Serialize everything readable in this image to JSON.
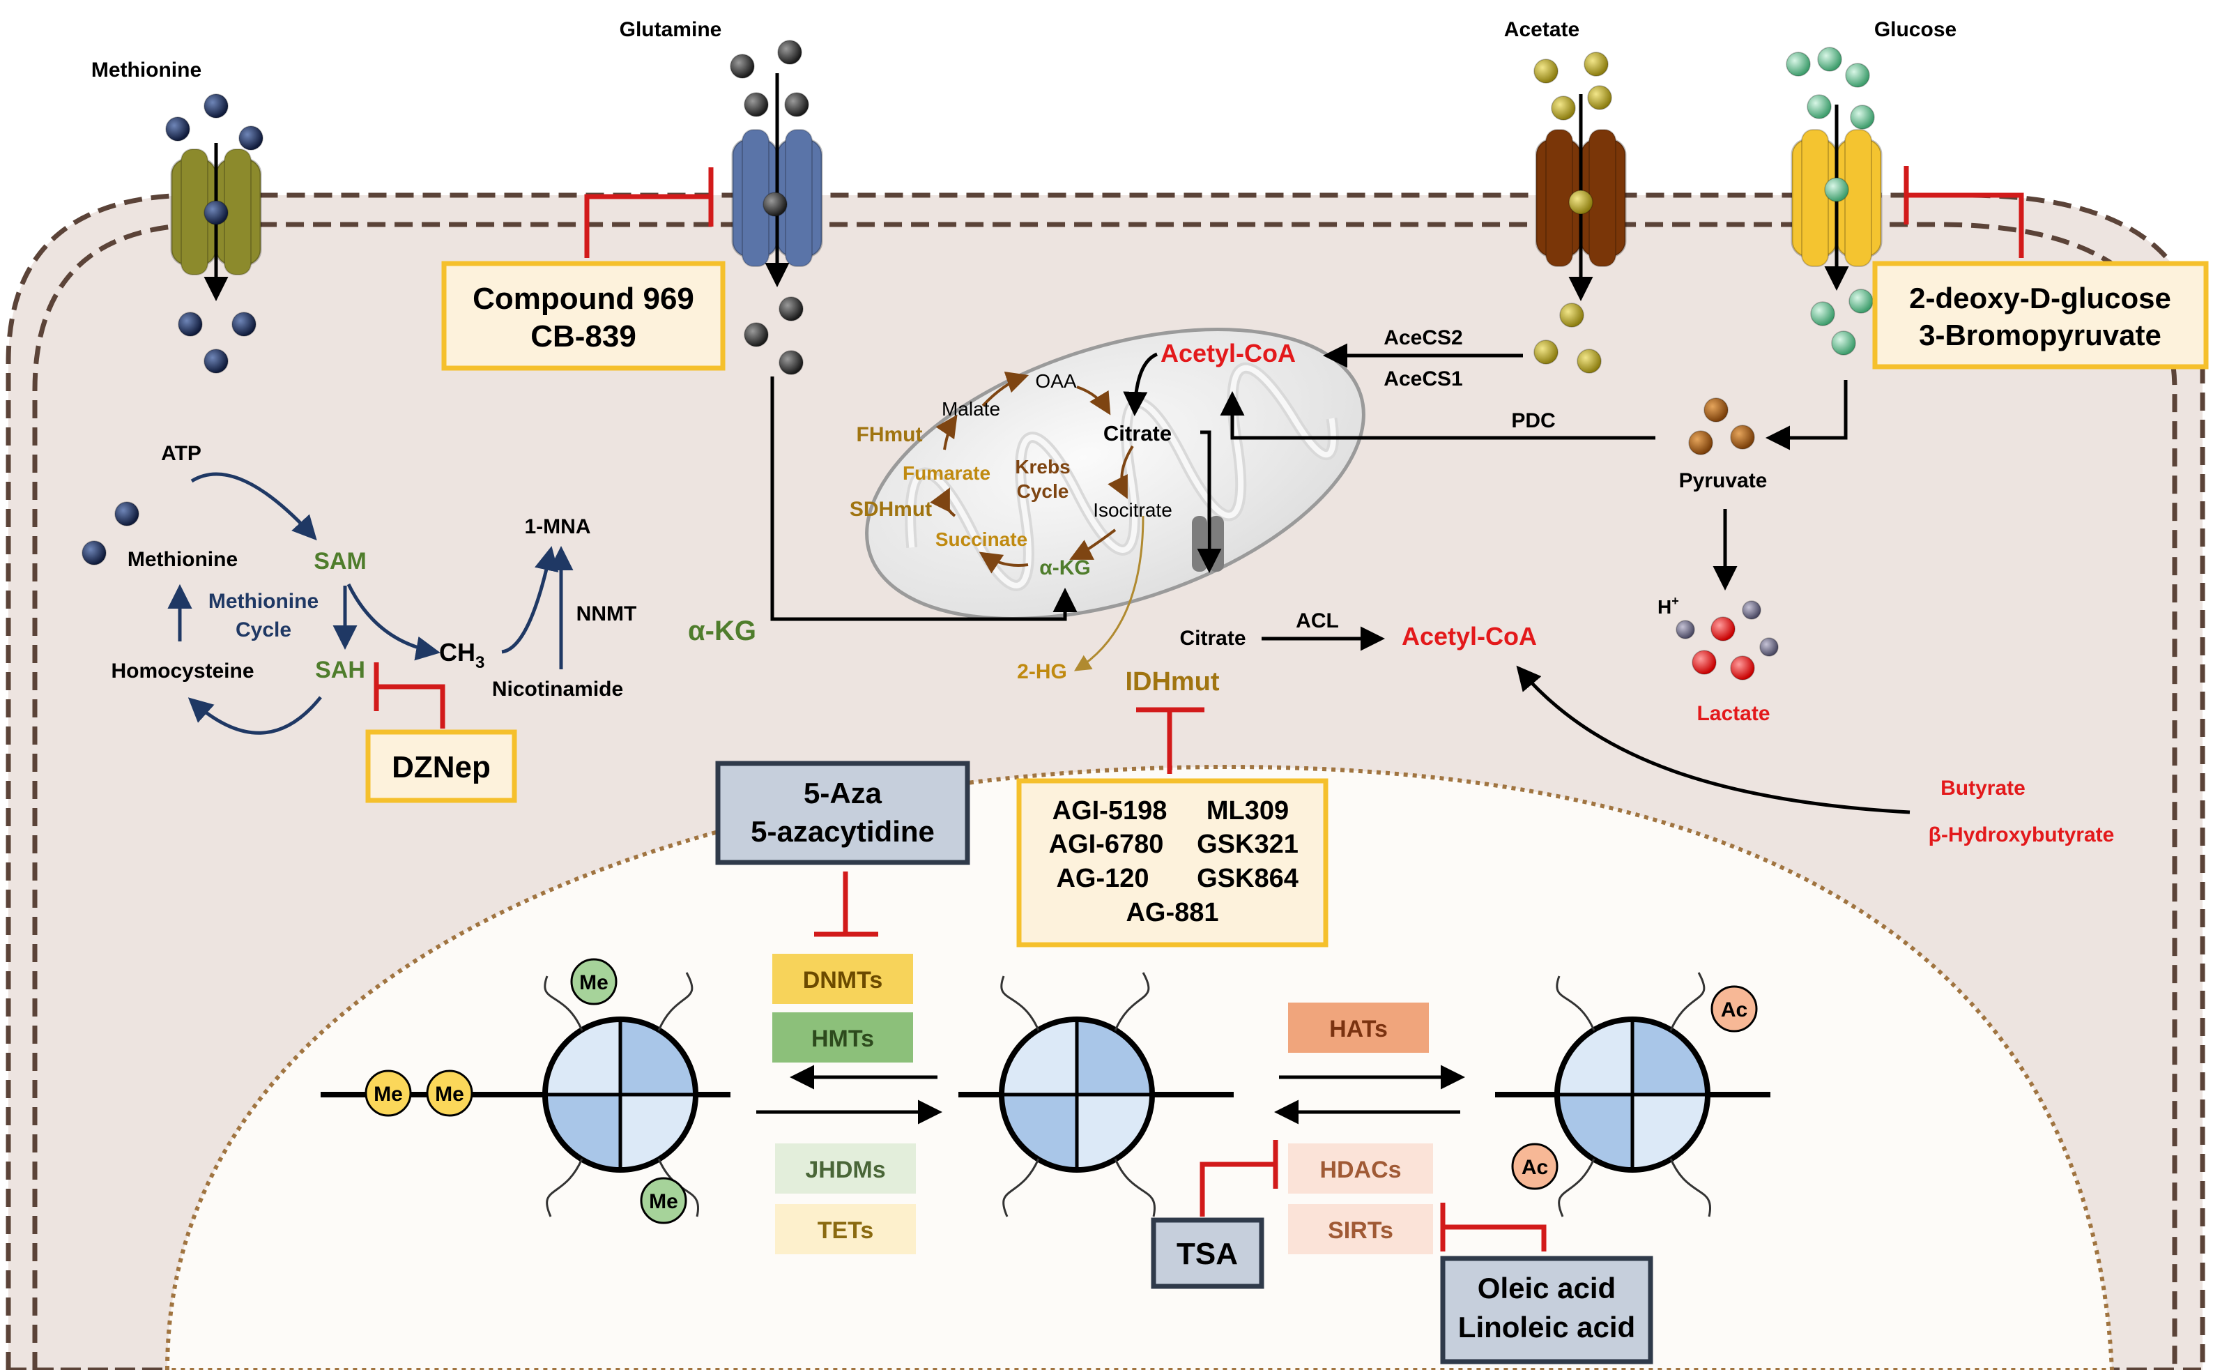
{
  "colors": {
    "cell_bg": "#ede4e0",
    "nucleus_bg": "#fdfbf8",
    "membrane": "#5b4338",
    "inhibitor": "#d21a1a",
    "red_text": "#e3191b",
    "green_text": "#4f7d2c",
    "gold_text": "#c08a10",
    "brown_text": "#7e4512",
    "navy": "#1f3864",
    "drug_box_yellow_border": "#f5c02c",
    "drug_box_yellow_fill": "#fdf2dc",
    "drug_box_gray_border": "#2f3a4a",
    "drug_box_gray_fill": "#c6cfdc"
  },
  "transporters": {
    "methionine": {
      "label": "Methionine",
      "color": "#8c8a2c",
      "particle": "navy-dark-sphere-icon"
    },
    "glutamine": {
      "label": "Glutamine",
      "color": "#5a74a8",
      "particle": "black-sphere-icon"
    },
    "acetate": {
      "label": "Acetate",
      "color": "#7a3608",
      "particle": "olive-sphere-icon"
    },
    "glucose": {
      "label": "Glucose",
      "color": "#f4c430",
      "particle": "mint-sphere-icon"
    }
  },
  "methionine_cycle": {
    "atp": "ATP",
    "methionine": "Methionine",
    "sam": "SAM",
    "sah": "SAH",
    "homocysteine": "Homocysteine",
    "cycle_label_1": "Methionine",
    "cycle_label_2": "Cycle",
    "ch3": "CH",
    "ch3_sub": "3",
    "mna": "1-MNA",
    "nnmt": "NNMT",
    "nicotinamide": "Nicotinamide"
  },
  "mitochondria": {
    "acetyl_coa": "Acetyl-CoA",
    "citrate": "Citrate",
    "oaa": "OAA",
    "malate": "Malate",
    "fumarate": "Fumarate",
    "fhmut": "FHmut",
    "succinate": "Succinate",
    "sdhmut": "SDHmut",
    "krebs_1": "Krebs",
    "krebs_2": "Cycle",
    "isocitrate": "Isocitrate",
    "akg": "α-KG"
  },
  "cytoplasm": {
    "akg_left": "α-KG",
    "acecs2": "AceCS2",
    "acecs1": "AceCS1",
    "pdc": "PDC",
    "pyruvate": "Pyruvate",
    "h_plus": "H",
    "h_plus_sup": "+",
    "lactate": "Lactate",
    "citrate": "Citrate",
    "acl": "ACL",
    "acetyl_coa": "Acetyl-CoA",
    "two_hg": "2-HG",
    "idhmut": "IDHmut",
    "butyrate": "Butyrate",
    "hydroxybutyrate": "β-Hydroxybutyrate"
  },
  "drugs": {
    "glutaminase": [
      "Compound 969",
      "CB-839"
    ],
    "glycolysis": [
      "2-deoxy-D-glucose",
      "3-Bromopyruvate"
    ],
    "dznep": "DZNep",
    "aza": [
      "5-Aza",
      "5-azacytidine"
    ],
    "idh": [
      "AGI-5198",
      "ML309",
      "AGI-6780",
      "GSK321",
      "AG-120",
      "GSK864",
      "AG-881"
    ],
    "tsa": "TSA",
    "fatty_acids": [
      "Oleic acid",
      "Linoleic acid"
    ]
  },
  "enzymes": {
    "dnmts": {
      "label": "DNMTs",
      "fill": "#f7d35a",
      "text": "#6b4a00"
    },
    "hmts": {
      "label": "HMTs",
      "fill": "#8cc07a",
      "text": "#2d4a1d"
    },
    "jhdms": {
      "label": "JHDMs",
      "fill": "#e3eedb",
      "text": "#4a6638"
    },
    "tets": {
      "label": "TETs",
      "fill": "#fdf0cc",
      "text": "#8a6a10"
    },
    "hats": {
      "label": "HATs",
      "fill": "#f0a57c",
      "text": "#7a3210"
    },
    "hdacs": {
      "label": "HDACs",
      "fill": "#fbe3d8",
      "text": "#a05a35"
    },
    "sirts": {
      "label": "SIRTs",
      "fill": "#fbe3d8",
      "text": "#a05a35"
    }
  },
  "marks": {
    "me": "Me",
    "ac": "Ac"
  }
}
